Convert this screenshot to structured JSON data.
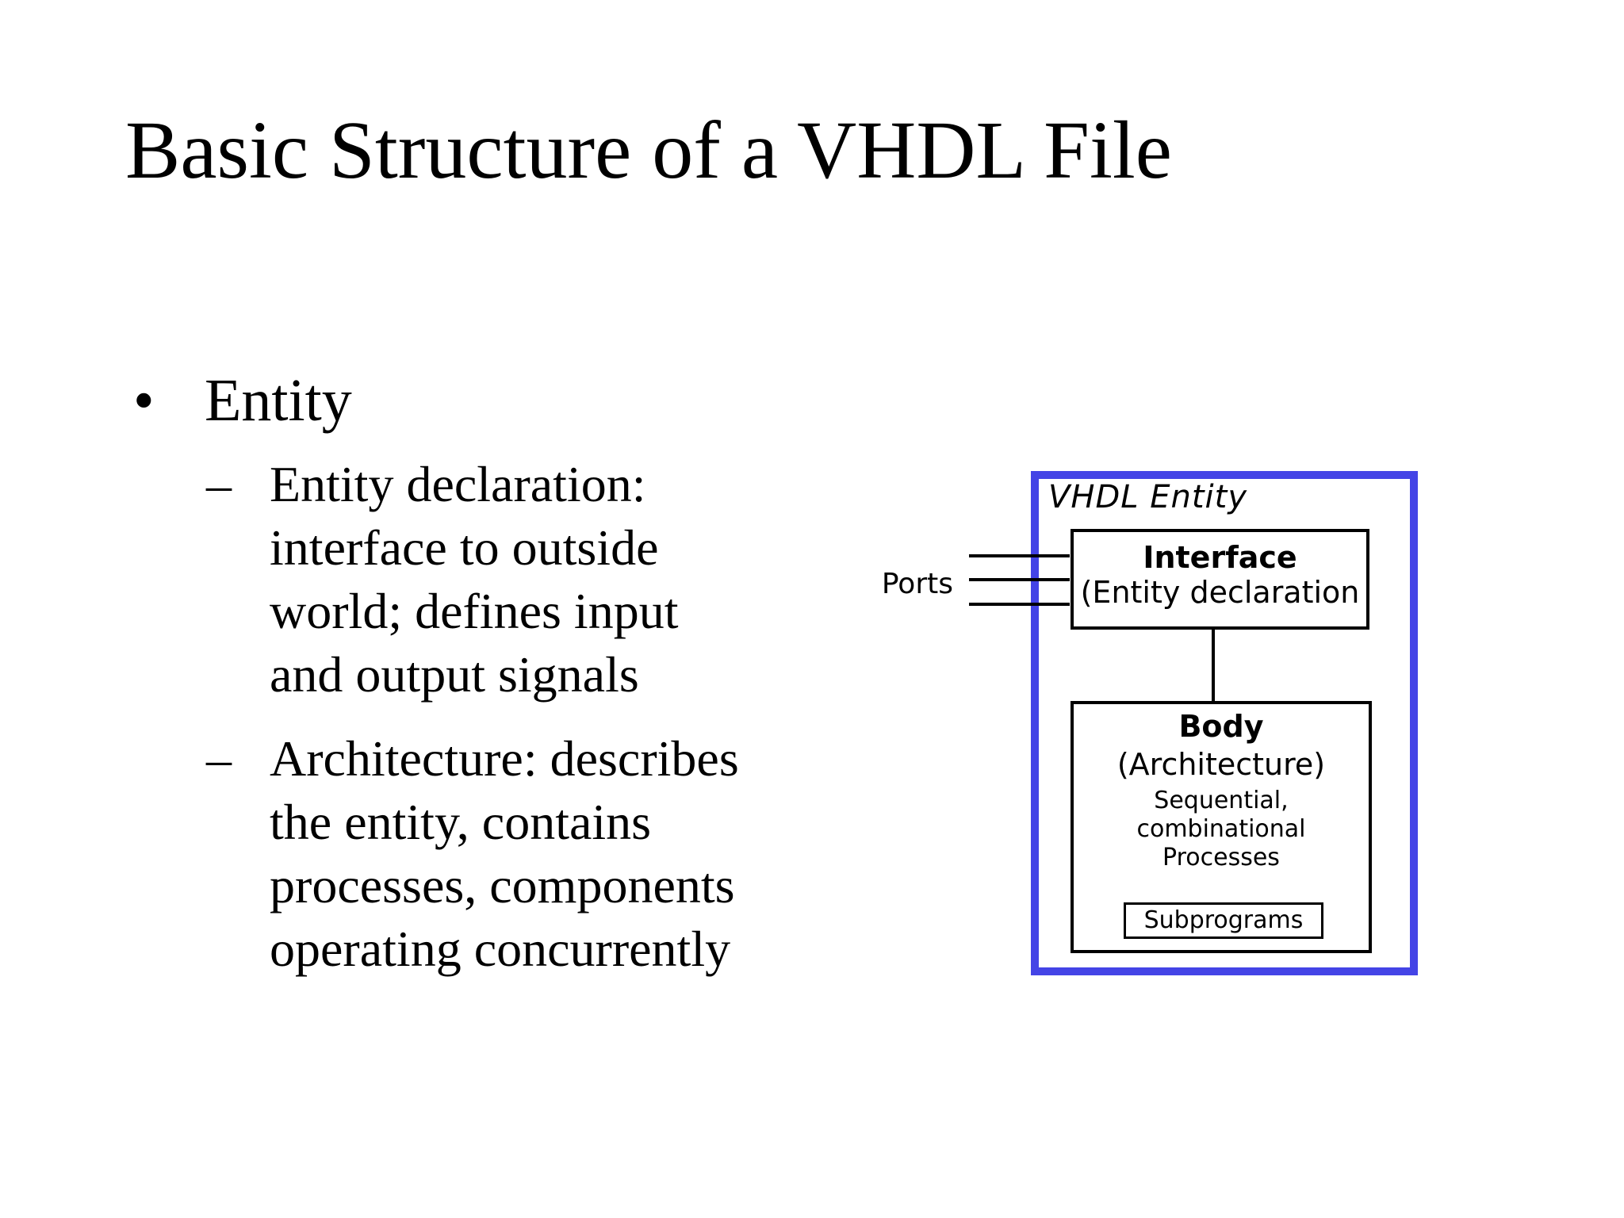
{
  "slide": {
    "title": "Basic Structure of a VHDL File",
    "bullet_glyph": "•",
    "dash_glyph": "–",
    "bullet": "Entity",
    "sub_bullets": [
      {
        "lines": [
          "Entity declaration:",
          "interface to outside",
          "world; defines input",
          "and output signals"
        ]
      },
      {
        "lines": [
          "Architecture: describes",
          "the entity, contains",
          "processes, components",
          "operating concurrently"
        ]
      }
    ]
  },
  "diagram": {
    "outer_label": "VHDL Entity",
    "ports_label": "Ports",
    "interface_box": {
      "title": "Interface",
      "subtitle": "(Entity declaration"
    },
    "body_box": {
      "title": "Body",
      "subtitle": "(Architecture)",
      "lines": [
        "Sequential,",
        "combinational",
        "Processes"
      ],
      "subprograms_label": "Subprograms"
    },
    "colors": {
      "frame_blue": "#4444e6",
      "line_black": "#000000"
    }
  }
}
